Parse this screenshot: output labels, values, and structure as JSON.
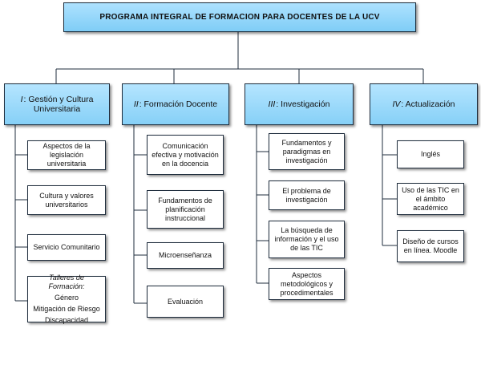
{
  "title": "PROGRAMA INTEGRAL DE FORMACION PARA DOCENTES DE LA UCV",
  "columns": [
    {
      "numeral": "I",
      "label": ": Gestión y Cultura Universitaria",
      "items": [
        "Aspectos de la legislación universitaria",
        "Cultura  y valores universitarios",
        "Servicio Comunitario"
      ],
      "workshop": {
        "header": "Talleres de Formación:",
        "entries": [
          "Género",
          "Mitigación de Riesgo",
          "Discapacidad"
        ]
      }
    },
    {
      "numeral": "II",
      "label": ": Formación Docente",
      "items": [
        "Comunicación efectiva y motivación en la docencia",
        "Fundamentos de planificación instruccional",
        "Microenseñanza",
        "Evaluación"
      ]
    },
    {
      "numeral": "III",
      "label": ": Investigación",
      "items": [
        "Fundamentos y paradigmas en investigación",
        "El problema de investigación",
        "La búsqueda de información y el uso de las TIC",
        "Aspectos metodológicos y procedimentales"
      ]
    },
    {
      "numeral": "IV",
      "label": ": Actualización",
      "items": [
        "Inglés",
        "Uso de las TIC en el ámbito académico",
        "Diseño de cursos en línea. Moodle"
      ]
    }
  ]
}
